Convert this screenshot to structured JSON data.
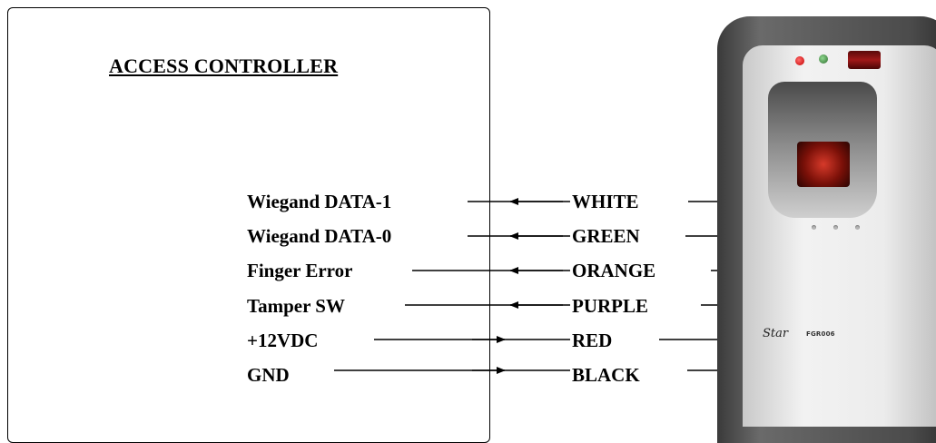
{
  "controller": {
    "title": "ACCESS CONTROLLER"
  },
  "connections": [
    {
      "signal": "Wiegand DATA-1",
      "wire": "WHITE",
      "direction": "to-controller"
    },
    {
      "signal": "Wiegand DATA-0",
      "wire": "GREEN",
      "direction": "to-controller"
    },
    {
      "signal": "Finger Error",
      "wire": "ORANGE",
      "direction": "to-controller"
    },
    {
      "signal": "Tamper SW",
      "wire": "PURPLE",
      "direction": "to-controller"
    },
    {
      "signal": "+12VDC",
      "wire": "RED",
      "direction": "to-reader"
    },
    {
      "signal": "GND",
      "wire": "BLACK",
      "direction": "to-reader"
    }
  ],
  "device": {
    "brand": "Star",
    "model": "FGR006",
    "icons": [
      "red-led-icon",
      "green-led-icon",
      "fingerprint-sensor-icon"
    ]
  },
  "colors": {
    "line": "#000000",
    "background": "#ffffff"
  }
}
